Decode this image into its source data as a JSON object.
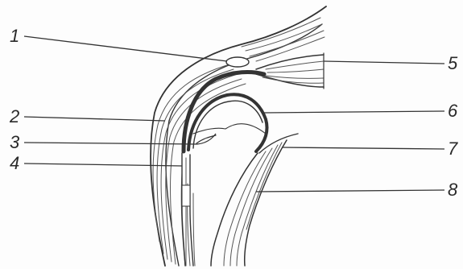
{
  "callouts": [
    {
      "id": "1",
      "number": "1"
    },
    {
      "id": "2",
      "number": "2"
    },
    {
      "id": "3",
      "number": "3"
    },
    {
      "id": "4",
      "number": "4"
    },
    {
      "id": "5",
      "number": "5"
    },
    {
      "id": "6",
      "number": "6"
    },
    {
      "id": "7",
      "number": "7"
    },
    {
      "id": "8",
      "number": "8"
    }
  ]
}
